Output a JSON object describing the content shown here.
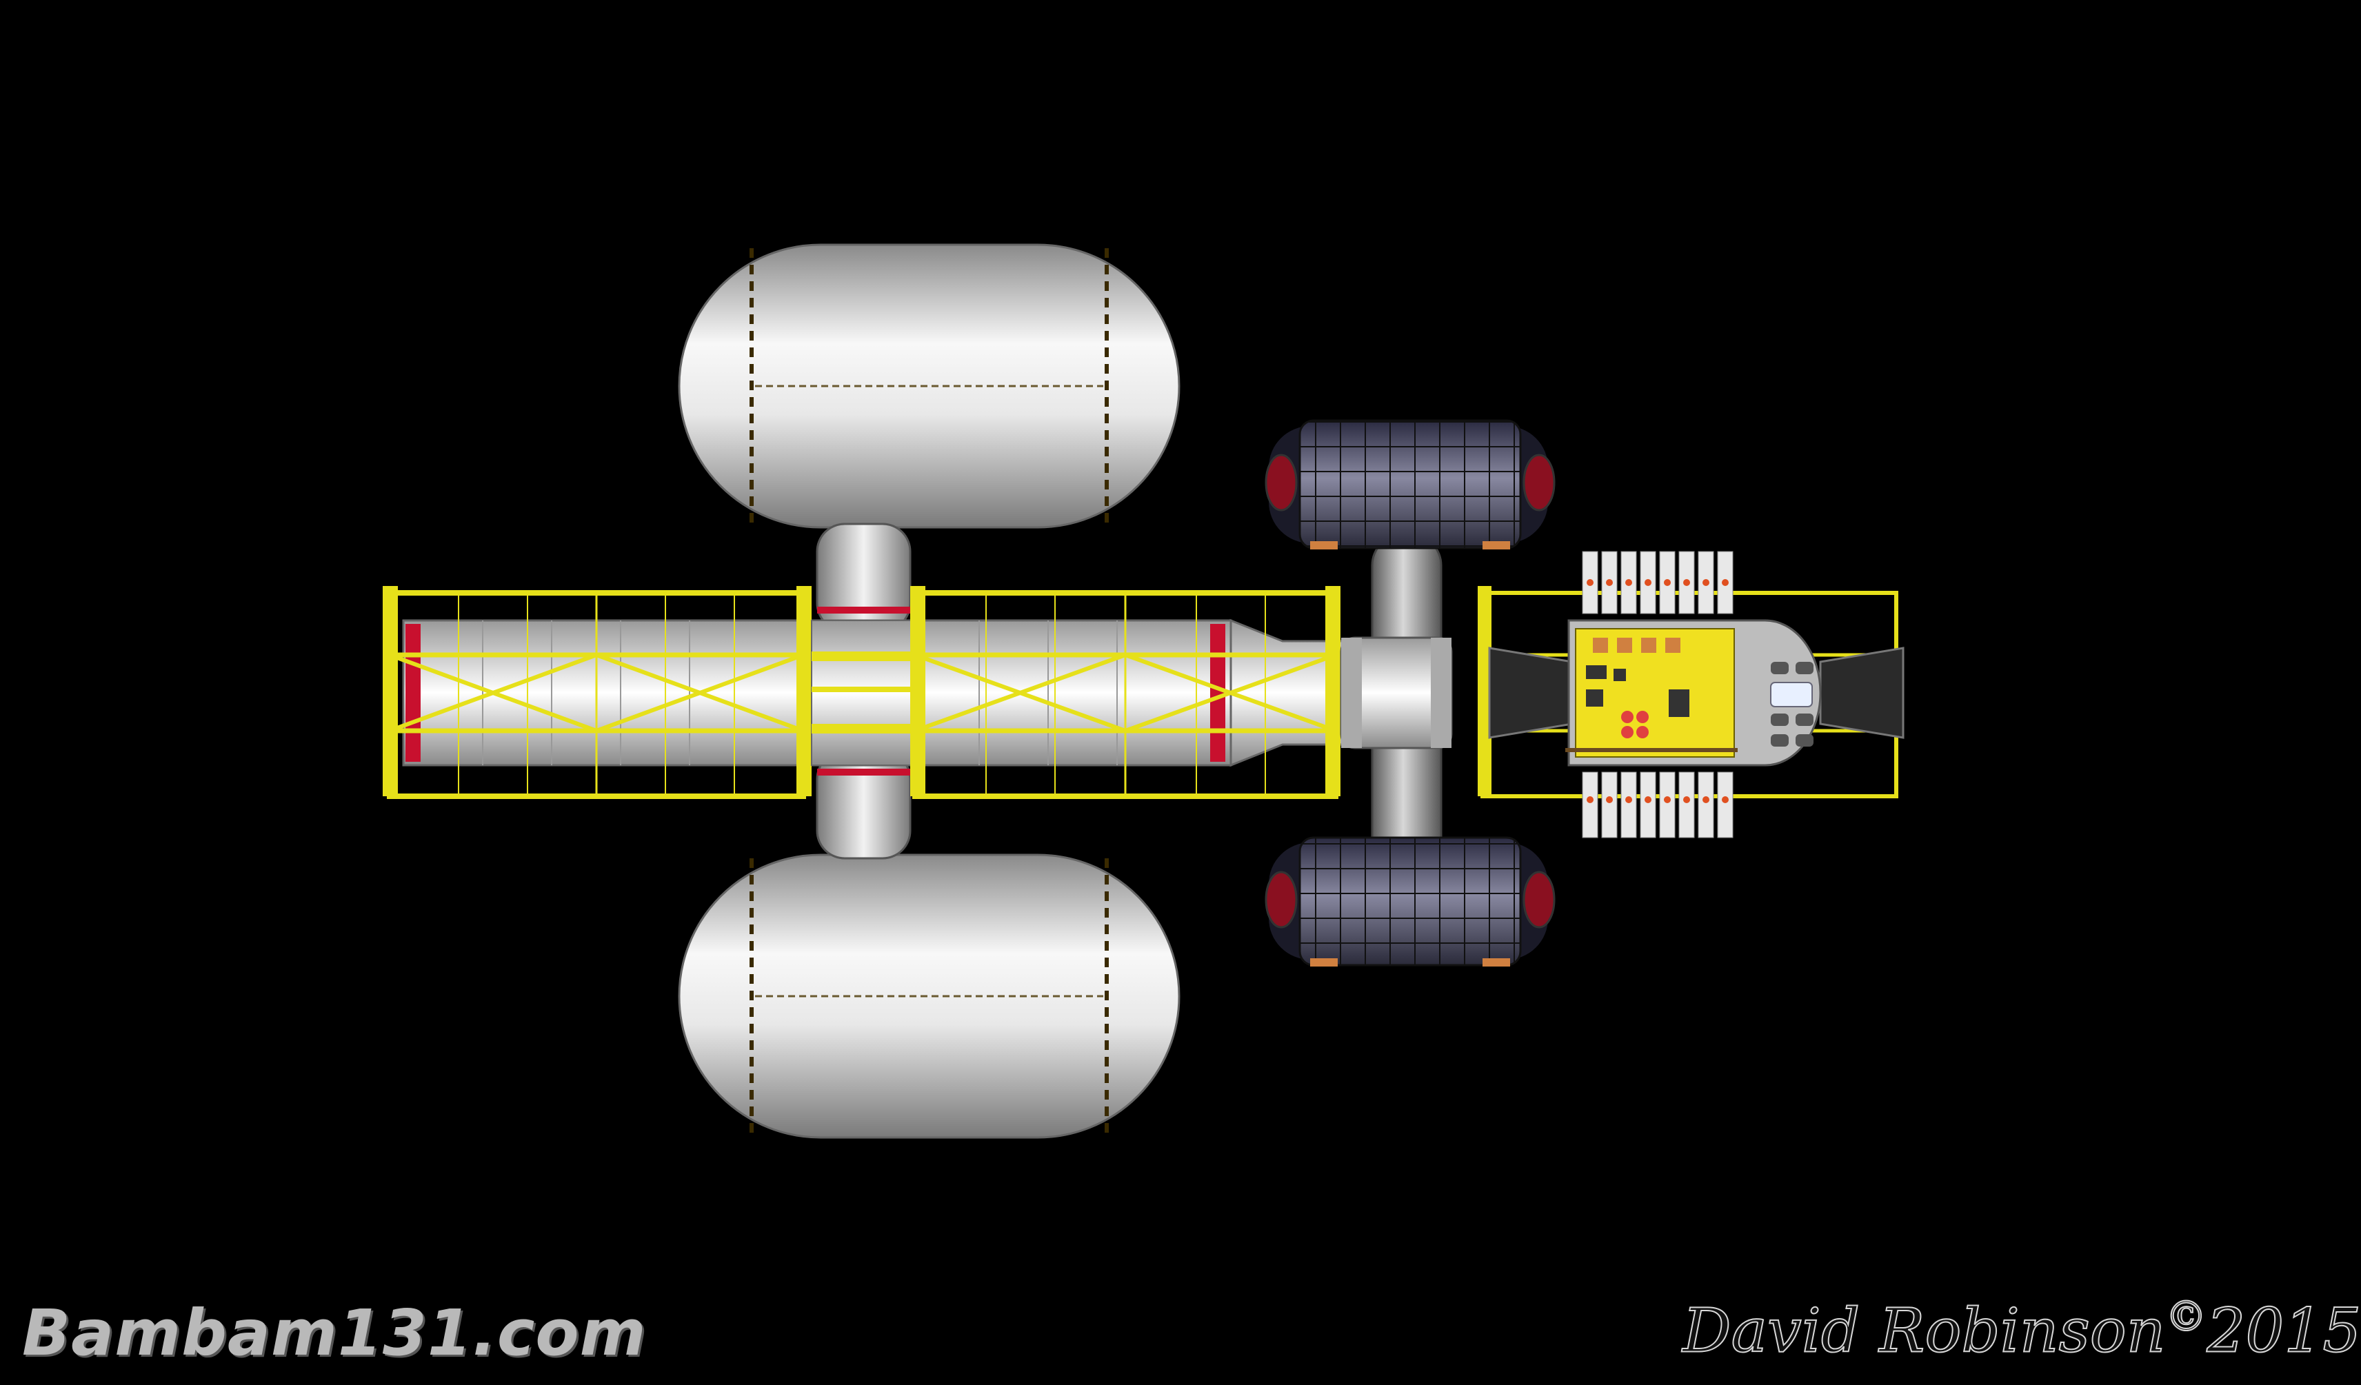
{
  "watermark": {
    "site": "Bambam131.com",
    "author": "David Robinson",
    "copyright_symbol": "©",
    "year": "2015"
  },
  "colors": {
    "background": "#000000",
    "truss": "#e6e01a",
    "tank_light": "#f4f4f4",
    "tank_dark": "#9a9a9a",
    "accent_red": "#c8102e",
    "hab_dark": "#4a4a66",
    "hab_light": "#9090aa",
    "panel_yellow": "#f0e020"
  }
}
